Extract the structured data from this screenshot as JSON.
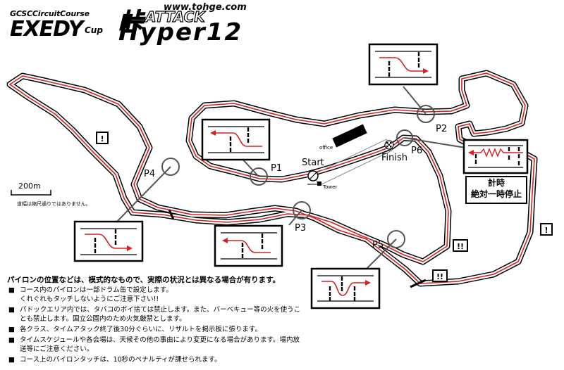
{
  "header": {
    "course": "GCSCCircuitCourse",
    "sponsor": "EXEDY",
    "cup": "Cup",
    "url": "www.tohge.com",
    "kanji": "峠",
    "attack": "ATTACK",
    "event": "Hyper12"
  },
  "points": [
    {
      "label": "P1"
    },
    {
      "label": "P2"
    },
    {
      "label": "P3"
    },
    {
      "label": "P4"
    },
    {
      "label": "P5"
    },
    {
      "label": "P6"
    }
  ],
  "labels": {
    "start": "Start",
    "finish": "Finish",
    "office": "office",
    "tower": "Tower",
    "scale": "200m",
    "scale_note": "道幅は縮尺通りではありません。"
  },
  "timing_sign": {
    "line1": "計時",
    "line2": "絶対一時停止"
  },
  "warnings": [
    "!",
    "!",
    "!!",
    "!!"
  ],
  "notes": {
    "title": "パイロンの位置などは、模式的なもので、実際の状況とは異なる場合が有ります。",
    "bullet": "■",
    "items": [
      "コース内のパイロンは一部ドラム缶で設定します。\nくれぐれもタッチしないようにご注意下さい!!",
      "パドックエリア内では、タバコのポイ捨ては禁止します。また、バーベキュー等の火を使うことも禁止します。国立公園内のため火気厳禁とします。",
      "各クラス、タイムアタック終了後30分ぐらいに、リザルトを掲示板に張ります。",
      "タイムスケジュールや各会場は、天候その他の事由により変更になる場合があります。場内放送等にご注意ください。",
      "コース上のパイロンタッチは、10秒のペナルティが課せられます。"
    ]
  }
}
